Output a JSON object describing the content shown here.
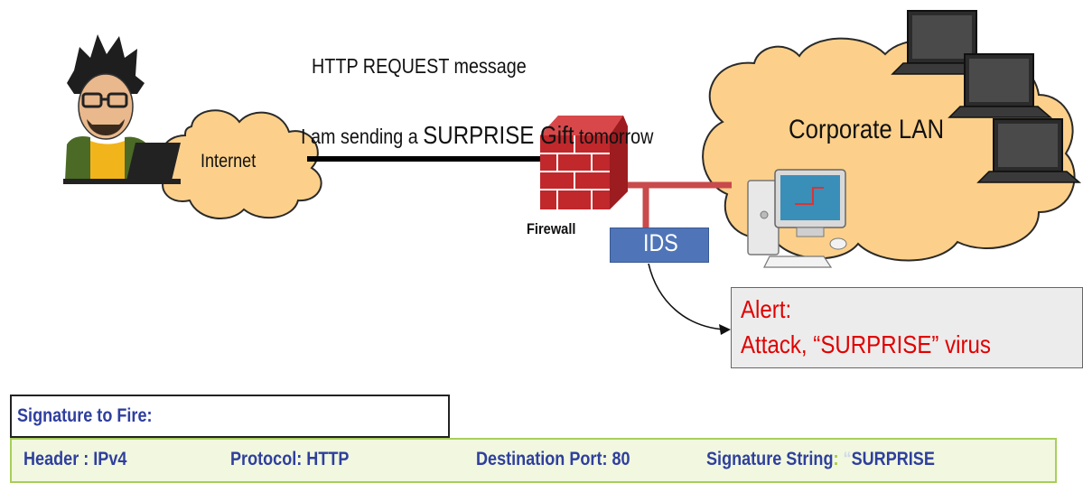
{
  "http_request_title": "HTTP REQUEST message",
  "message": {
    "part1": "I am sending a ",
    "highlight": "SURPRISE Gift",
    "part2": " tomorrow"
  },
  "internet_label": "Internet",
  "corporate_lan_label": "Corporate LAN",
  "firewall_label": "Firewall",
  "ids_label": "IDS",
  "alert": {
    "line1": "Alert:",
    "line2": "Attack, “SURPRISE” virus"
  },
  "signature": {
    "title": "Signature to Fire:",
    "header": "Header : IPv4",
    "protocol": "Protocol:  HTTP",
    "destination_port": "Destination Port: 80",
    "signature_string_label": "Signature String",
    "signature_string_colon": ":",
    "signature_string_quote": " “",
    "signature_string_value": "SURPRISE"
  },
  "colors": {
    "cloud_fill": "#fcd08a",
    "cloud_stroke": "#2a2a2a",
    "firewall_brick": "#c0282c",
    "link_red": "#c84a4a",
    "ids_box": "#4f75b8",
    "alert_text": "#e00000",
    "signature_text": "#2f3f9e",
    "signature_bar_fill": "#f1f8df",
    "signature_bar_border": "#a8cf5a"
  }
}
